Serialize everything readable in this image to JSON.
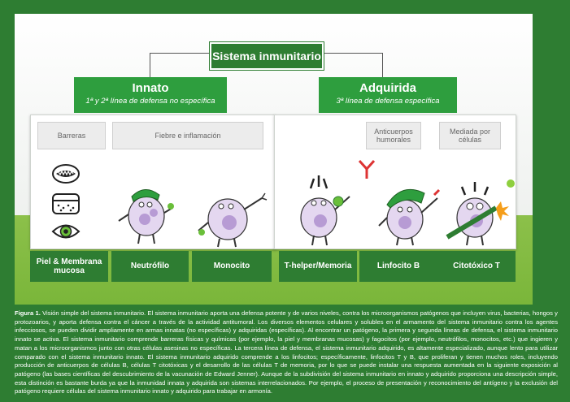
{
  "title": "Sistema inmunitario",
  "innato": {
    "title": "Innato",
    "subtitle": "1ª y 2ª línea de defensa no específica",
    "chips": [
      "Barreras",
      "Fiebre e inflamación"
    ],
    "cells": [
      "Piel & Membrana mucosa",
      "Neutrófilo",
      "Monocito"
    ]
  },
  "adquirida": {
    "title": "Adquirida",
    "subtitle": "3ª línea de defensa específica",
    "chips": [
      "Anticuerpos humorales",
      "Mediada por células"
    ],
    "cells": [
      "T-helper/Memoria",
      "Linfocito B",
      "Citotóxico T"
    ]
  },
  "caption": {
    "label": "Figura 1.",
    "text": "Visión simple del sistema inmunitario. El sistema inmunitario aporta una defensa potente y de varios niveles, contra los microorganismos patógenos que incluyen virus, bacterias, hongos y protozoarios, y aporta defensa contra el cáncer a través de la actividad antitumoral. Los diversos elementos celulares y solubles en el armamento del sistema inmunitario contra los agentes infecciosos, se pueden dividir ampliamente en armas innatas (no específicas) y adquiridas (específicas). Al encontrar un patógeno, la primera y segunda líneas de defensa, el sistema inmunitario innato se activa. El sistema inmunitario comprende barreras físicas y químicas (por ejemplo, la piel y membranas mucosas) y fagocitos (por ejemplo, neutrófilos, monocitos, etc.) que ingieren y matan a los microorganismos junto con otras células asesinas no específicas. La tercera línea de defensa, el sistema inmunitario adquirido, es altamente especializado, aunque lento para utilizar comparado con el sistema inmunitario innato. El sistema inmunitario adquirido comprende a los linfocitos; específicamente, linfocitos T y B, que proliferan y tienen muchos roles, incluyendo producción de anticuerpos de células B, células T citotóxicas y el desarrollo de las células T de memoria, por lo que se puede instalar una respuesta aumentada en la siguiente exposición al patógeno (las bases científicas del descubrimiento de la vacunación de Edward Jenner). Aunque de la subdivisión del sistema inmunitario en innato y adquirido proporciona una descripción simple, esta distinción es bastante burda ya que la inmunidad innata y adquirida son sistemas interrelacionados. Por ejemplo, el proceso de presentación y reconocimiento del antígeno y la exclusión del patógeno requiere células del sistema inmunitario innato y adquirido para trabajar en armonía."
  },
  "colors": {
    "frame": "#2e7d32",
    "branch": "#2e9e3e",
    "ground": "#8cc04a",
    "cell_body": "#d9c9e8"
  },
  "icons": [
    "mouth-icon",
    "skin-layer-icon",
    "eye-icon",
    "neutrophil-character",
    "monocyte-character",
    "t-helper-character",
    "b-lymphocyte-character",
    "cytotoxic-t-character"
  ]
}
